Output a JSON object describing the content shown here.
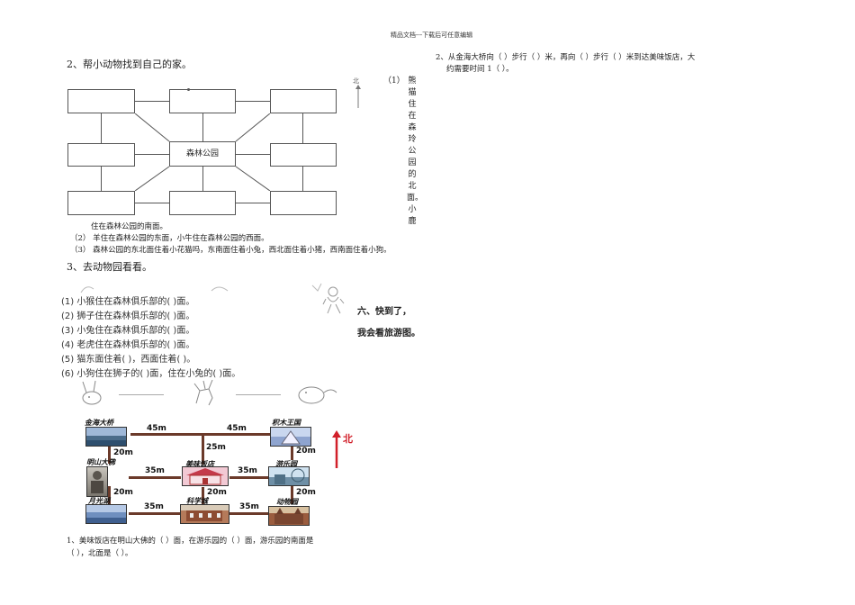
{
  "header": "精品文档---下载后可任意编辑",
  "section2": {
    "title": "2、帮小动物找到自己的家。",
    "center_label": "森林公园",
    "north": "北",
    "q1_num": "（1）",
    "q1_vertical": [
      "熊",
      "猫",
      "住",
      "在",
      "森",
      "玲",
      "公",
      "园",
      "的",
      "北",
      "面。",
      "小",
      "鹿"
    ],
    "q1_tail": "住在森林公园的南面。",
    "q2": "（2）  羊住在森林公园的东面，小牛住在森林公园的西面。",
    "q3": "（3）  森林公园的东北面住着小花猫吗，东南面住着小兔，西北面住着小猪，西南面住着小狗。"
  },
  "section3": {
    "title": "3、去动物园看看。",
    "questions": [
      "(1) 小猴住在森林俱乐部的(        )面。",
      "(2) 狮子住在森林俱乐部的(        )面。",
      "(3) 小兔住在森林俱乐部的(        )面。",
      "(4) 老虎住在森林俱乐部的(        )面。",
      "(5) 猫东面住着(        )，西面住着(        )。",
      "(6) 小狗住在狮子的(        )面，住在小兔的(        )面。"
    ]
  },
  "section6": {
    "line1": "六、快到了，",
    "line2": "我会看旅游图。"
  },
  "map": {
    "north": "北",
    "places": {
      "jinhai": "金海大桥",
      "jimu": "积木王国",
      "mingshan": "明山大佛",
      "meiwei": "美味饭店",
      "youle": "游乐园",
      "yueguang": "月光湖",
      "keji": "科学城",
      "dongwu": "动物园"
    },
    "distances": {
      "top_left": "45m",
      "top_right": "45m",
      "center_vertical": "25m",
      "left_upper": "20m",
      "mid_left": "35m",
      "mid_right": "35m",
      "right_upper": "20m",
      "left_lower": "20m",
      "center_lower": "20m",
      "right_lower": "20m",
      "bottom_left": "35m",
      "bottom_right": "35m"
    }
  },
  "map_q1": {
    "line1": "1、美味饭店在明山大佛的（        ）面，在游乐园的（        ）面，游乐园的南面是",
    "line2": "（            ），北面是（            ）。"
  },
  "map_q2": {
    "line1": "2、从金海大桥向（        ）步行（        ）米，再向（        ）步行（        ）米到达美味饭店，大",
    "line2": "约需要时间 1（        ）。"
  }
}
